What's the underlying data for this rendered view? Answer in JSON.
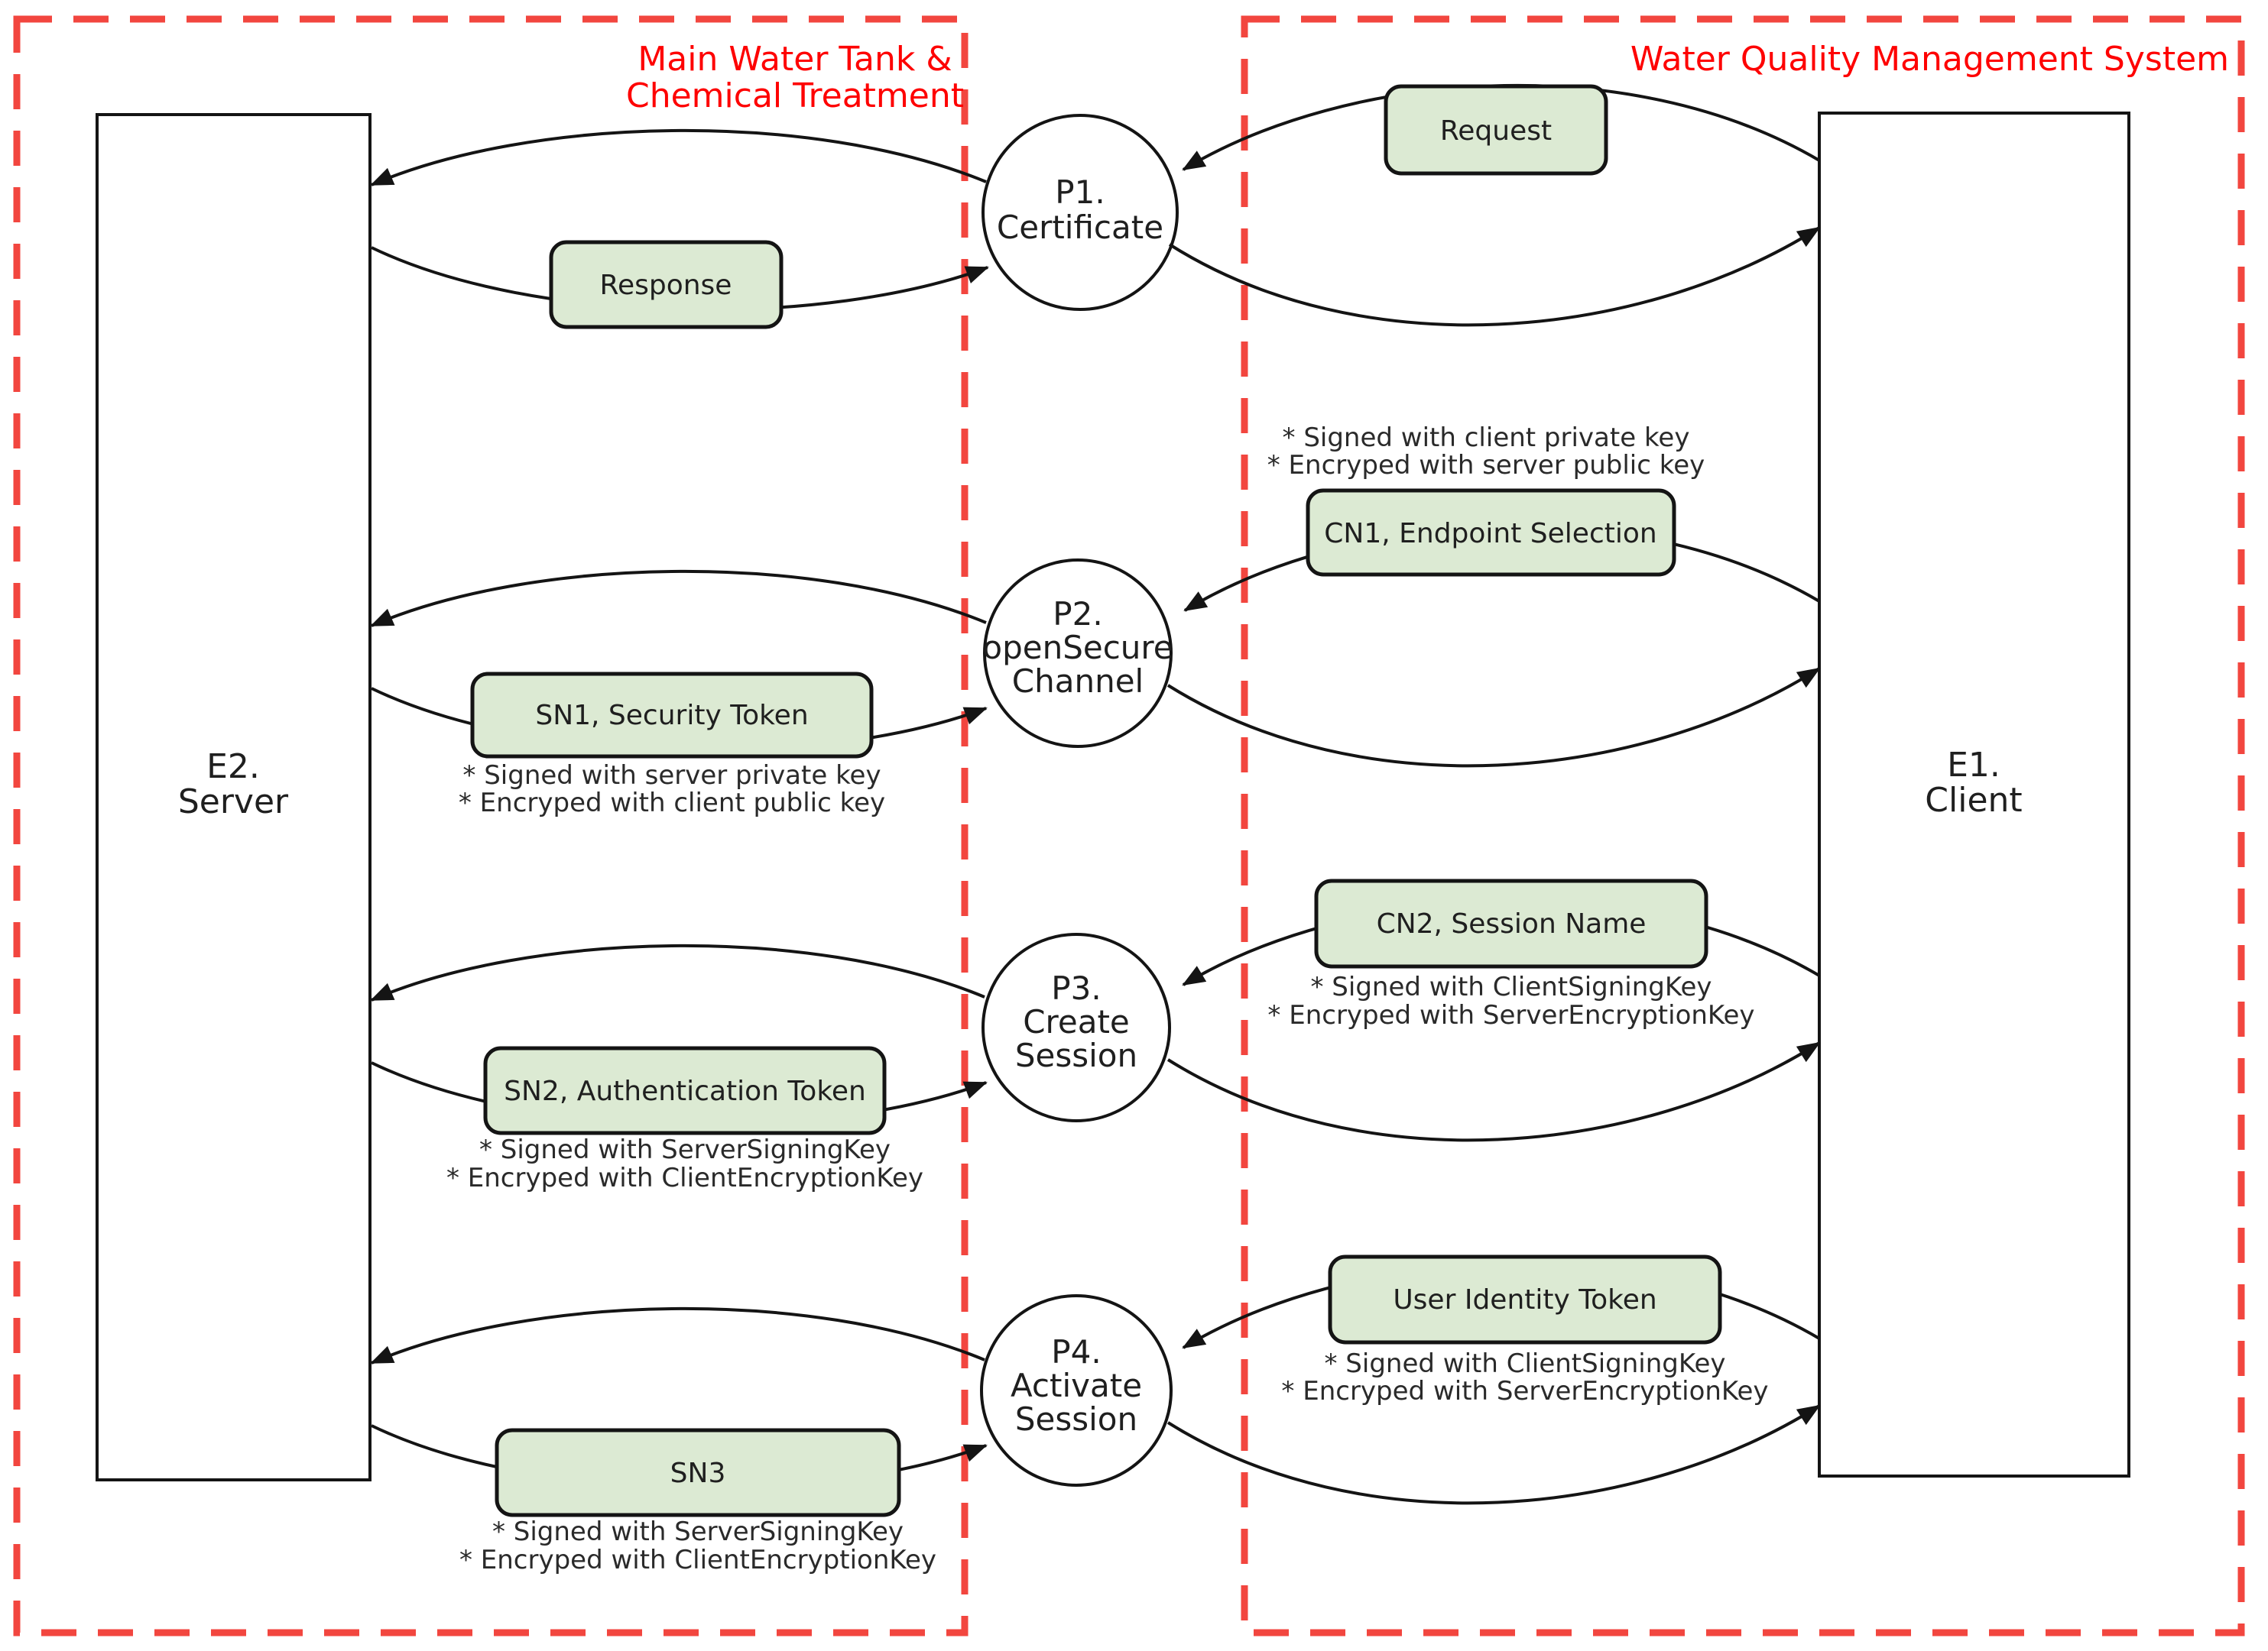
{
  "colors": {
    "zone_border": "#f2463f",
    "zone_title": "#fe0000",
    "message_fill": "#dcead3",
    "line": "#141414"
  },
  "zones": {
    "left": {
      "title1": "Main Water Tank &",
      "title2": "Chemical Treatment"
    },
    "right": {
      "title": "Water Quality Management System"
    }
  },
  "entities": {
    "server": {
      "line1": "E2.",
      "line2": "Server"
    },
    "client": {
      "line1": "E1.",
      "line2": "Client"
    }
  },
  "processes": {
    "p1": {
      "line1": "P1.",
      "line2": "Certificate"
    },
    "p2": {
      "line1": "P2.",
      "line2": "openSecure",
      "line3": "Channel"
    },
    "p3": {
      "line1": "P3.",
      "line2": "Create",
      "line3": "Session"
    },
    "p4": {
      "line1": "P4.",
      "line2": "Activate",
      "line3": "Session"
    }
  },
  "messages": {
    "request": {
      "label": "Request"
    },
    "response": {
      "label": "Response"
    },
    "cn1": {
      "label": "CN1, Endpoint Selection",
      "note1": "* Signed with client private key",
      "note2": "* Encryped with server public key"
    },
    "sn1": {
      "label": "SN1, Security Token",
      "note1": "* Signed with server private key",
      "note2": "* Encryped with client public key"
    },
    "cn2": {
      "label": "CN2, Session Name",
      "note1": "* Signed with ClientSigningKey",
      "note2": "* Encryped with ServerEncryptionKey"
    },
    "sn2": {
      "label": "SN2, Authentication Token",
      "note1": "* Signed with ServerSigningKey",
      "note2": "* Encryped with ClientEncryptionKey"
    },
    "uit": {
      "label": "User Identity Token",
      "note1": "* Signed with ClientSigningKey",
      "note2": "* Encryped with ServerEncryptionKey"
    },
    "sn3": {
      "label": "SN3",
      "note1": "* Signed with ServerSigningKey",
      "note2": "* Encryped with ClientEncryptionKey"
    }
  }
}
